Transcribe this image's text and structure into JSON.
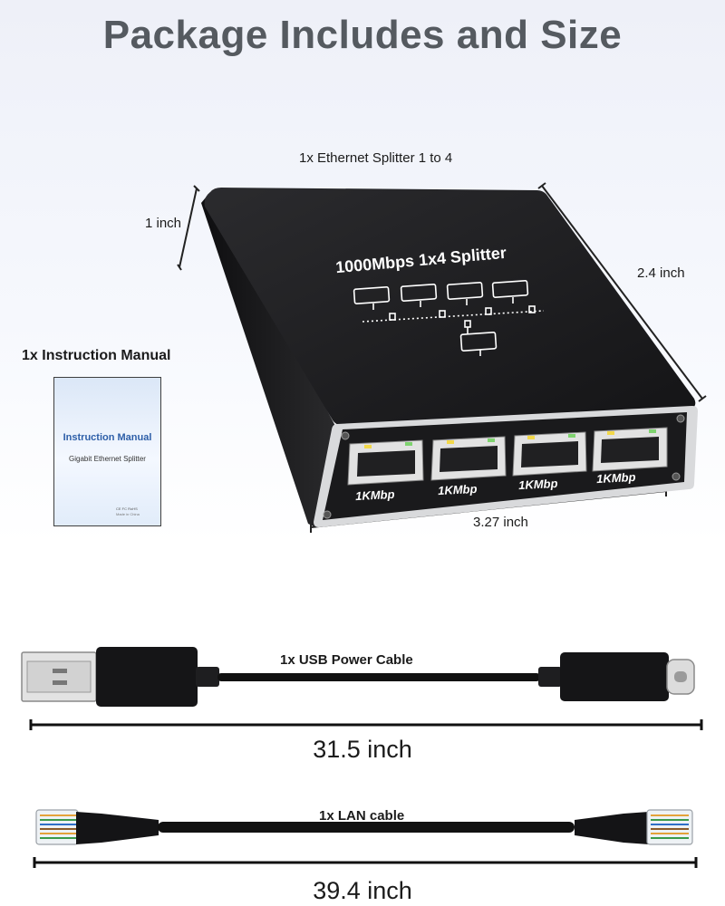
{
  "header": {
    "title": "Package Includes and Size"
  },
  "splitter": {
    "label": "1x Ethernet Splitter 1 to 4",
    "top_text": "1000Mbps 1x4 Splitter",
    "port_labels": [
      "1KMbp",
      "1KMbp",
      "1KMbp",
      "1KMbp"
    ],
    "height_label": "1 inch",
    "depth_label": "2.4 inch",
    "width_label": "3.27 inch"
  },
  "manual": {
    "label": "1x Instruction Manual",
    "cover_title": "Instruction Manual",
    "cover_subtitle": "Gigabit Ethernet Splitter",
    "cover_marks": "CE FC RoHS",
    "cover_origin": "Made in China"
  },
  "usb_cable": {
    "label": "1x USB Power Cable",
    "length_label": "31.5 inch"
  },
  "lan_cable": {
    "label": "1x LAN cable",
    "length_label": "39.4 inch"
  },
  "colors": {
    "title": "#555a60",
    "device_body": "#1c1c1e",
    "cable": "#111111",
    "manual_title": "#2d5ea8"
  }
}
